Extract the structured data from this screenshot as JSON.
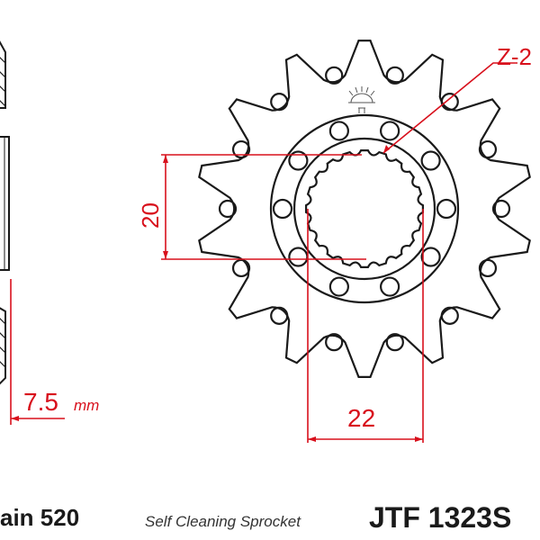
{
  "diagram": {
    "spline_label": "Z-2",
    "dim_height": "20",
    "dim_width": "22",
    "thickness_value": "7.5",
    "thickness_unit": "mm",
    "teeth_count": 14,
    "spline_teeth": 20,
    "bolt_holes": 10
  },
  "footer": {
    "chain": "ain 520",
    "description": "Self Cleaning Sprocket",
    "part_number": "JTF 1323S"
  },
  "colors": {
    "outline": "#1a1a1a",
    "dimension": "#d8101c"
  }
}
